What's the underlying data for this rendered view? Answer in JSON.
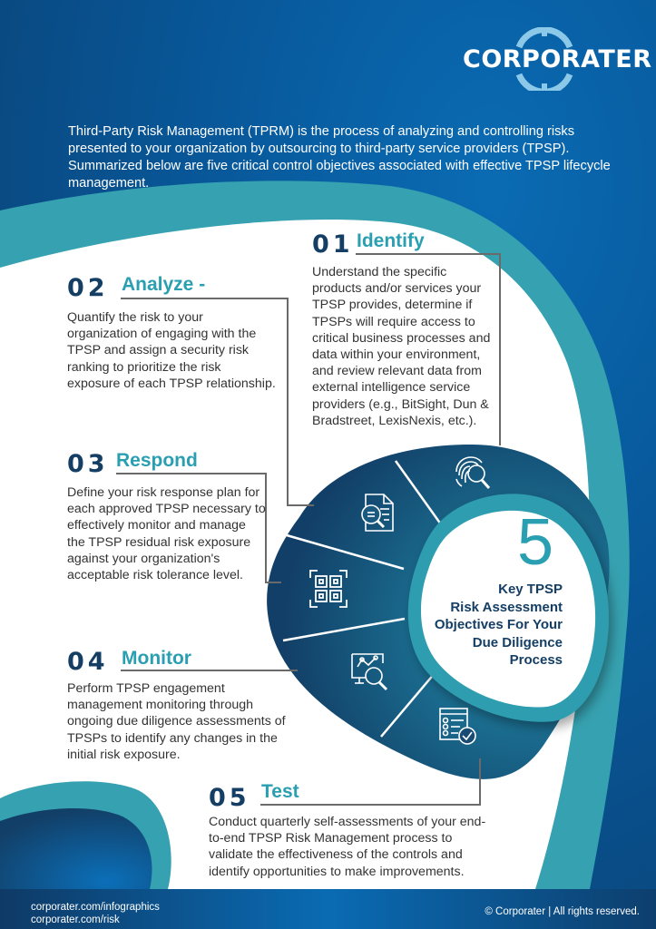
{
  "brand": {
    "logo_text": "CORPORATER",
    "colors": {
      "navy": "#143e64",
      "teal": "#2a9fb1",
      "blue": "#0a6bb3",
      "text": "#333333",
      "white": "#ffffff"
    }
  },
  "intro": {
    "text": "Third-Party Risk Management (TPRM) is the process of analyzing and controlling risks presented to your organization by outsourcing to third-party service providers (TPSP). Summarized below are five critical control objectives associated with effective TPSP lifecycle management."
  },
  "steps": [
    {
      "number": "01",
      "title": "Identify",
      "icon": "fingerprint-search-icon",
      "body": "Understand the specific products and/or services your TPSP provides, determine if TPSPs will require access to critical business processes and data within your environment, and review relevant data from external intelligence service providers (e.g., BitSight, Dun & Bradstreet, LexisNexis, etc.)."
    },
    {
      "number": "02",
      "title": "Analyze -",
      "icon": "document-search-icon",
      "body": "Quantify the risk to your organization of engaging with the TPSP and assign a security risk ranking to prioritize the risk exposure of each TPSP relationship."
    },
    {
      "number": "03",
      "title": "Respond",
      "icon": "qr-scan-icon",
      "body": "Define your risk response plan for each approved TPSP necessary to effectively monitor and manage the TPSP residual risk exposure against your organization's acceptable risk tolerance level."
    },
    {
      "number": "04",
      "title": "Monitor",
      "icon": "monitor-analytics-icon",
      "body": "Perform TPSP engagement management monitoring through ongoing due diligence assessments of TPSPs to identify any changes in the initial risk exposure."
    },
    {
      "number": "05",
      "title": "Test",
      "icon": "checklist-icon",
      "body": "Conduct quarterly self-assessments of your end-to-end TPSP Risk Management process to validate the effectiveness of the controls and identify opportunities to make improvements."
    }
  ],
  "center": {
    "number": "5",
    "lines": [
      "Key TPSP",
      "Risk Assessment",
      "Objectives For Your",
      "Due Diligence",
      "Process"
    ]
  },
  "footer": {
    "links": [
      "corporater.com/infographics",
      "corporater.com/risk"
    ],
    "copyright": "© Corporater | All rights reserved."
  }
}
